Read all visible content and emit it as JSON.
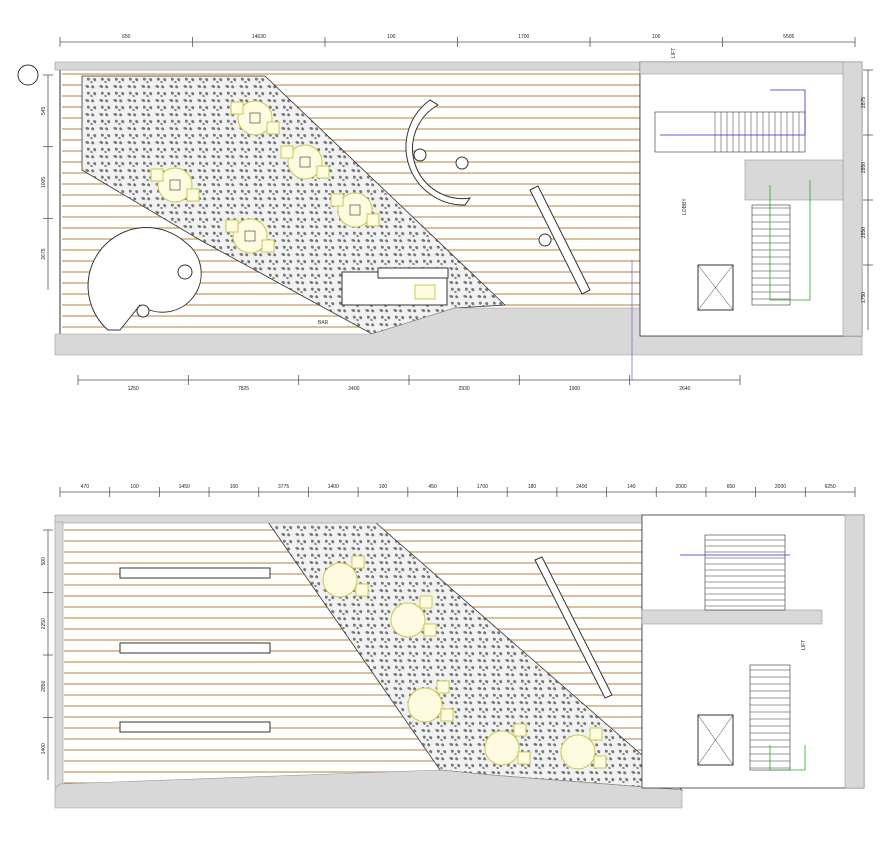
{
  "plan_upper": {
    "top_dimensions": [
      "650",
      "14630",
      "100",
      "1700",
      "100",
      "5505"
    ],
    "bottom_dimensions": [
      "1250",
      "7825",
      "2400",
      "2930",
      "1900",
      "2640"
    ],
    "right_dimensions": [
      "2875",
      "2850",
      "2850",
      "1750"
    ],
    "left_dimensions": [
      "545",
      "1005",
      "2675"
    ],
    "labels": {
      "lift": "LIFT",
      "lobby": "LOBBY",
      "bar": "BAR"
    }
  },
  "plan_lower": {
    "top_dimensions": [
      "470",
      "100",
      "1450",
      "100",
      "3775",
      "1400",
      "100",
      "450",
      "1700",
      "180",
      "2400",
      "140",
      "2000",
      "650",
      "2000",
      "6250"
    ],
    "left_dimensions": [
      "500",
      "2250",
      "2850",
      "1400"
    ],
    "labels": {
      "lift": "LIFT"
    }
  },
  "colors": {
    "floor_stripe": "#c79a5e",
    "furniture": "#c9c94a",
    "stair_line_blue": "#2b2bd6",
    "stair_line_green": "#22aa22",
    "wall": "#d8d8d8"
  }
}
